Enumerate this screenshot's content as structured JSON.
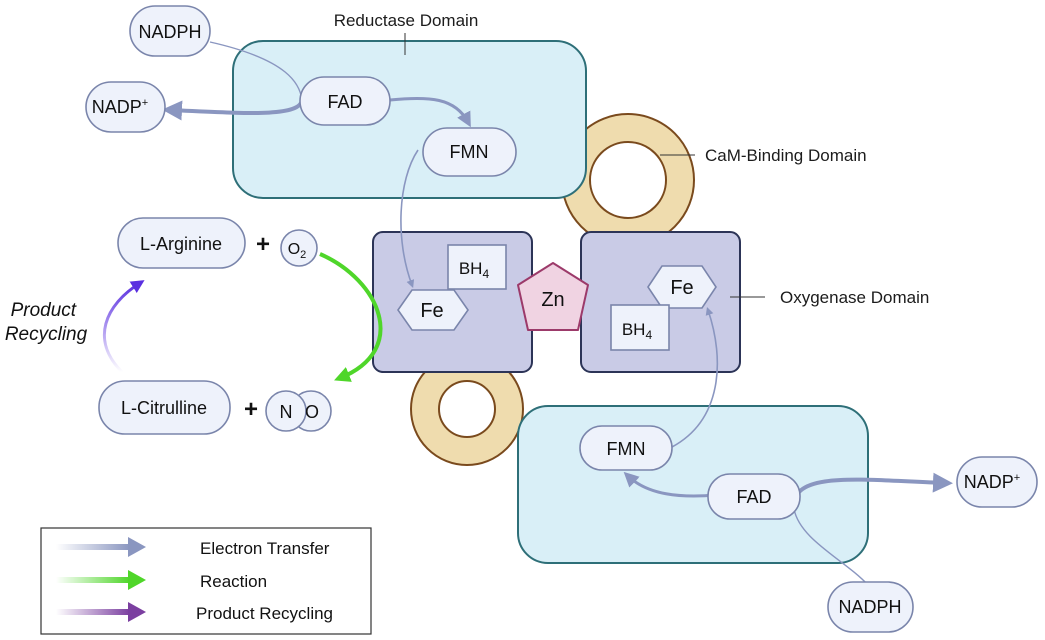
{
  "nodes": {
    "nadph_top": "NADPH",
    "nadp_top": "NADP",
    "nadp_top_sup": "+",
    "fad_top": "FAD",
    "fmn_top": "FMN",
    "fe_left": "Fe",
    "bh4_left": "BH",
    "bh4_left_sub": "4",
    "zn": "Zn",
    "fe_right": "Fe",
    "bh4_right": "BH",
    "bh4_right_sub": "4",
    "l_arginine": "L-Arginine",
    "plus1": "+",
    "o2": "O",
    "o2_sub": "2",
    "l_citrulline": "L-Citrulline",
    "plus2": "+",
    "no_n": "N",
    "no_o": "O",
    "fmn_bottom": "FMN",
    "fad_bottom": "FAD",
    "nadp_bottom": "NADP",
    "nadp_bottom_sup": "+",
    "nadph_bottom": "NADPH"
  },
  "domain_labels": {
    "reductase": "Reductase Domain",
    "cam_binding": "CaM-Binding Domain",
    "oxygenase": "Oxygenase Domain"
  },
  "product_recycling_label": [
    "Product",
    "Recycling"
  ],
  "legend": [
    {
      "label": "Electron Transfer",
      "color": "#8a96c0"
    },
    {
      "label": "Reaction",
      "color": "#4fd62a"
    },
    {
      "label": "Product Recycling",
      "color": "#7b3fa0"
    }
  ],
  "colors": {
    "reductase_fill": "#d9eff7",
    "reductase_stroke": "#2e6f78",
    "oxygenase_fill": "#c9cbe6",
    "oxygenase_stroke": "#2c3457",
    "cam_ring": "#efdcae",
    "cam_ring_stroke": "#7a4a1d",
    "zn_fill": "#f0d3e2",
    "zn_stroke": "#9c3a6a",
    "electron_arrow": "#8a96c0",
    "reaction_arrow": "#4fd62a",
    "recycling_arrow": "#5a2fe0"
  }
}
